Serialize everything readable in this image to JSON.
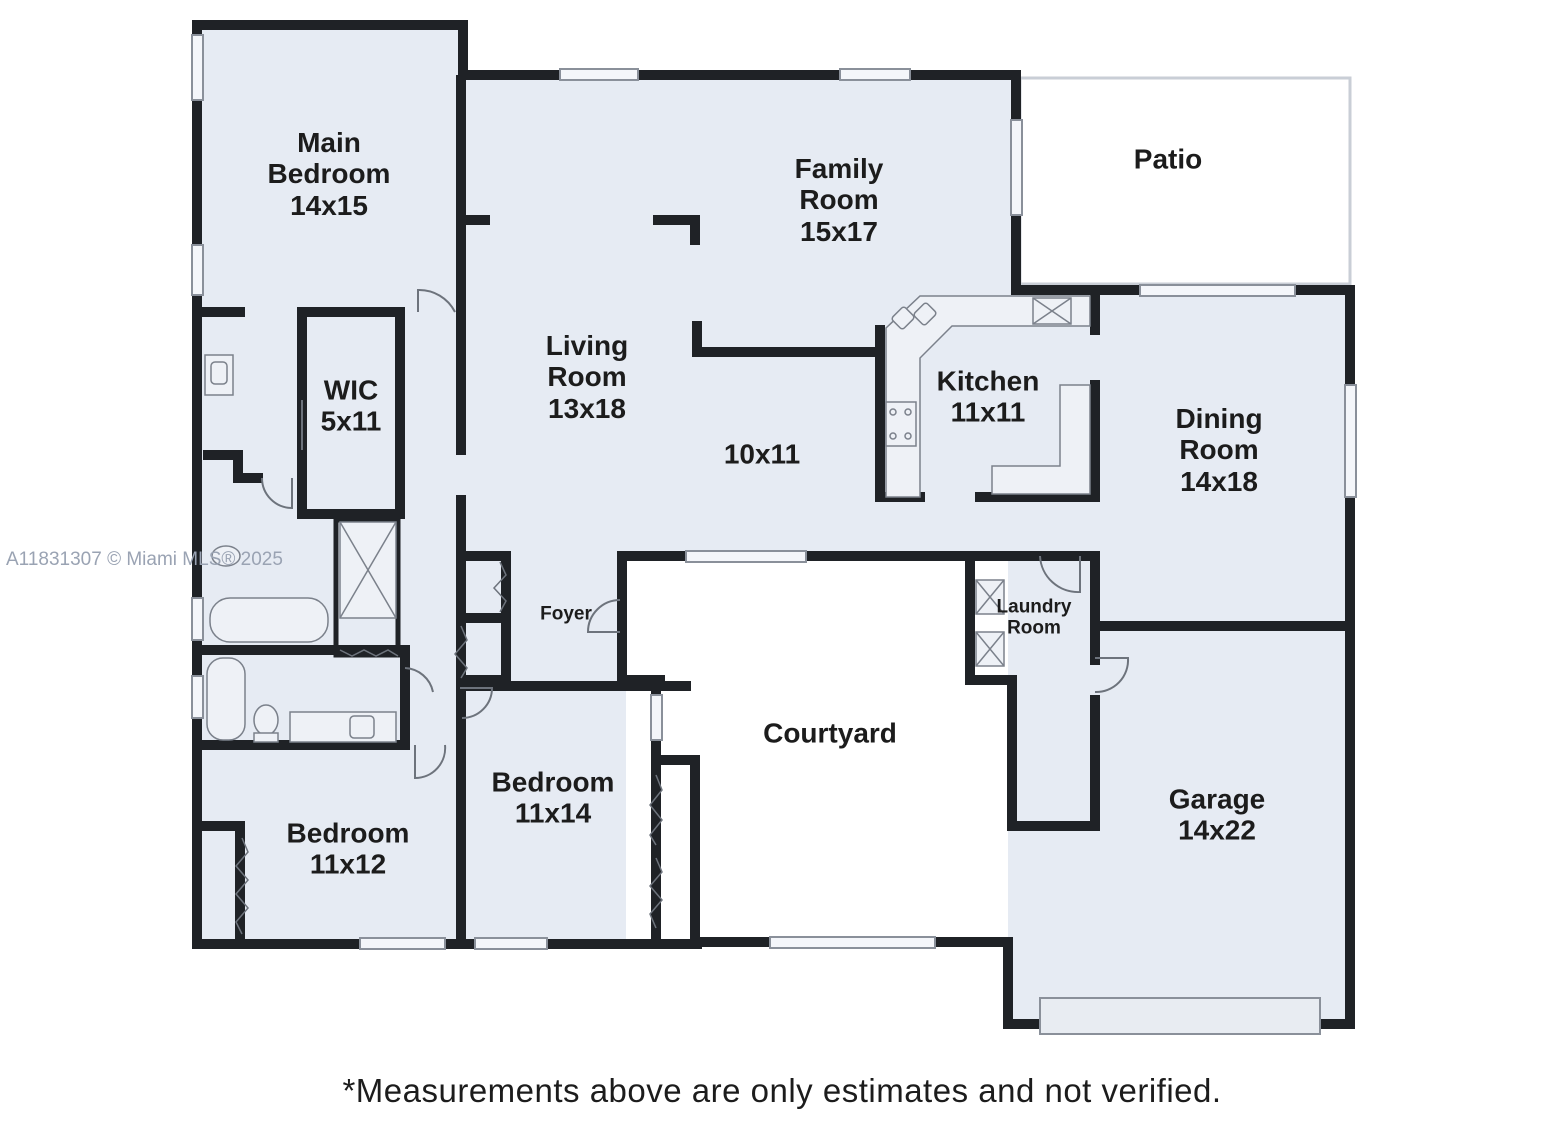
{
  "watermark": "A11831307 © Miami MLS® 2025",
  "footnote": "*Measurements above are only estimates and not verified.",
  "colors": {
    "floor": "#e6ebf3",
    "wall": "#1f2226",
    "background": "#ffffff",
    "window": "#f4f6fa"
  },
  "rooms": {
    "main_bedroom": {
      "line1": "Main",
      "line2": "Bedroom",
      "dims": "14x15"
    },
    "family_room": {
      "line1": "Family",
      "line2": "Room",
      "dims": "15x17"
    },
    "patio": {
      "name": "Patio"
    },
    "living_room": {
      "line1": "Living",
      "line2": "Room",
      "dims": "13x18"
    },
    "wic": {
      "name": "WIC",
      "dims": "5x11"
    },
    "kitchen": {
      "name": "Kitchen",
      "dims": "11x11"
    },
    "dining_room": {
      "line1": "Dining",
      "line2": "Room",
      "dims": "14x18"
    },
    "unnamed_area": {
      "dims": "10x11"
    },
    "foyer": {
      "name": "Foyer"
    },
    "laundry_room": {
      "line1": "Laundry",
      "line2": "Room"
    },
    "courtyard": {
      "name": "Courtyard"
    },
    "bedroom_a": {
      "name": "Bedroom",
      "dims": "11x14"
    },
    "garage": {
      "name": "Garage",
      "dims": "14x22"
    },
    "bedroom_b": {
      "name": "Bedroom",
      "dims": "11x12"
    }
  }
}
